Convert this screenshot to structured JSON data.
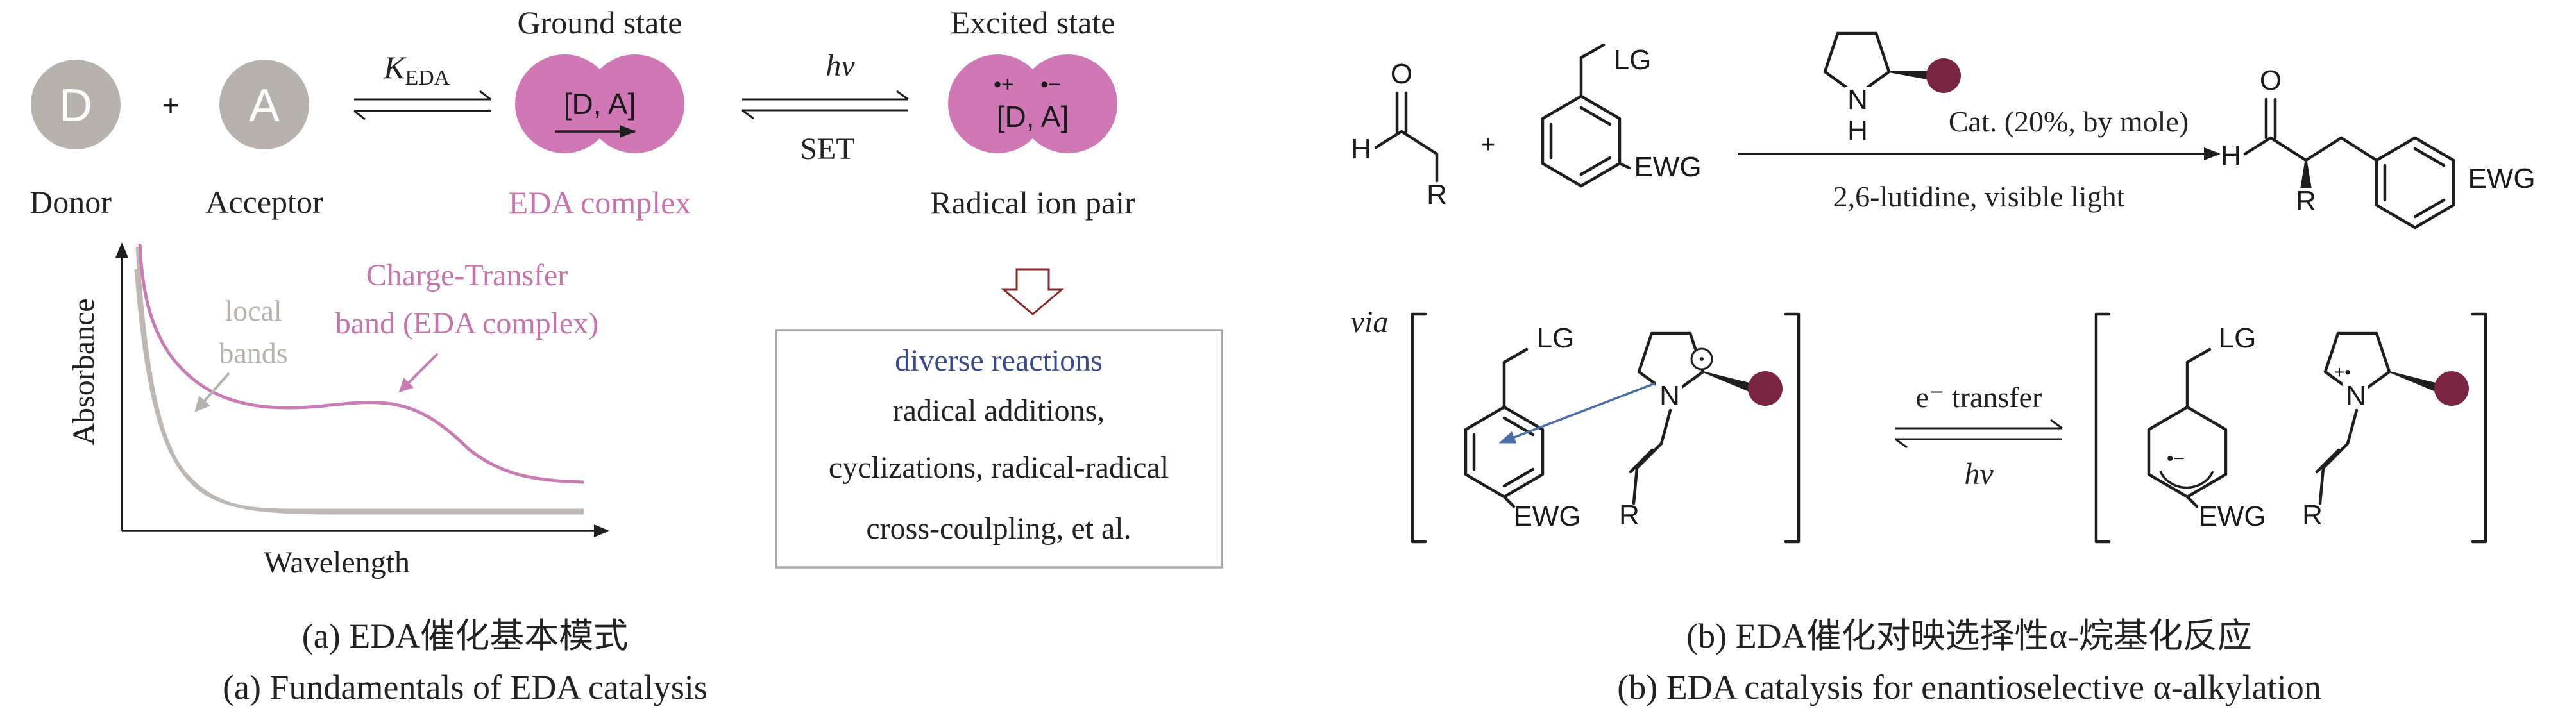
{
  "colors": {
    "ink": "#222222",
    "pink": "#c97bb3",
    "pink_text": "#c774ac",
    "pink_circle": "#cf78b5",
    "gray": "#b8b2ad",
    "gray_curve": "#bdb8b3",
    "blue_text": "#3b4a8c",
    "arrow_blue": "#4a6ea8",
    "maroon": "#7a2541",
    "box_border": "#a8a8a8",
    "down_arrow": "#8a2b2b"
  },
  "panel_a": {
    "donor": {
      "letter": "D",
      "label": "Donor"
    },
    "plus": "+",
    "acceptor": {
      "letter": "A",
      "label": "Acceptor"
    },
    "k_symbol": "K",
    "k_subscript": "EDA",
    "ground_state": {
      "title": "Ground state",
      "complex_text": "[D, A]",
      "label": "EDA complex"
    },
    "arrow2": {
      "top": "hv",
      "bottom": "SET"
    },
    "excited_state": {
      "title": "Excited state",
      "complex_text": "[D, A]",
      "radical_plus": "•+",
      "radical_minus": "•−",
      "label": "Radical ion pair"
    },
    "spectrum": {
      "y_label": "Absorbance",
      "x_label": "Wavelength",
      "ct_label_line1": "Charge-Transfer",
      "ct_label_line2": "band (EDA complex)",
      "local_label_line1": "local",
      "local_label_line2": "bands"
    },
    "box": {
      "title": "diverse reactions",
      "line1": "radical additions,",
      "line2": "cyclizations, radical-radical",
      "line3": "cross-coulpling, et al."
    },
    "caption_cn": "(a) EDA催化基本模式",
    "caption_en": "(a) Fundamentals of EDA catalysis"
  },
  "panel_b": {
    "aldehyde": {
      "o": "O",
      "h": "H",
      "r": "R"
    },
    "plus": "+",
    "halide": {
      "lg": "LG",
      "ewg": "EWG"
    },
    "catalyst": {
      "nh": "N",
      "h": "H"
    },
    "conditions_top": "Cat. (20%, by mole)",
    "conditions_bottom": "2,6-lutidine, visible light",
    "product": {
      "o": "O",
      "h": "H",
      "r": "R",
      "ewg": "EWG"
    },
    "via": "via",
    "complex1": {
      "lg": "LG",
      "ewg": "EWG",
      "n": "N",
      "r": "R"
    },
    "transfer_top": "e⁻ transfer",
    "transfer_bottom": "hv",
    "complex2": {
      "lg": "LG",
      "ewg": "EWG",
      "n": "N",
      "charge": "+•",
      "r": "R",
      "radical_anion": "•−"
    },
    "caption_cn": "(b) EDA催化对映选择性α-烷基化反应",
    "caption_en": "(b) EDA catalysis for enantioselective α-alkylation"
  }
}
